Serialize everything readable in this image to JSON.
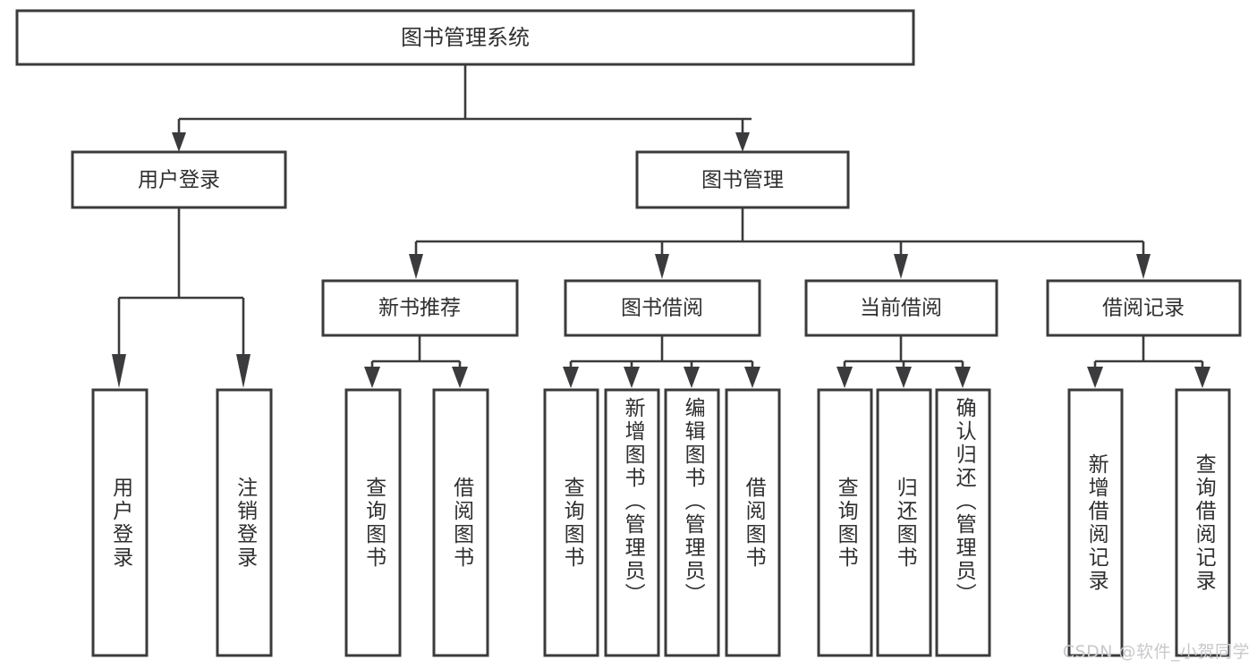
{
  "diagram": {
    "type": "tree-hierarchy",
    "title": "图书管理系统",
    "watermark": "CSDN @软件_小贺同学",
    "colors": {
      "box_stroke": "#3b3b3d",
      "box_fill": "#ffffff",
      "connector": "#3b3b3d",
      "text": "#2f2f31",
      "watermark": "#c9c9cc",
      "background": "#ffffff"
    },
    "levels": {
      "root": {
        "label": "图书管理系统"
      },
      "level2": [
        {
          "id": "user-login",
          "label": "用户登录"
        },
        {
          "id": "book-manage",
          "label": "图书管理"
        }
      ],
      "level3": [
        {
          "id": "new-book-recommend",
          "label": "新书推荐",
          "parent": "book-manage"
        },
        {
          "id": "book-borrow",
          "label": "图书借阅",
          "parent": "book-manage"
        },
        {
          "id": "current-borrow",
          "label": "当前借阅",
          "parent": "book-manage"
        },
        {
          "id": "borrow-record",
          "label": "借阅记录",
          "parent": "book-manage"
        }
      ],
      "leaves": [
        {
          "id": "leaf-user-login",
          "label": "用户登录",
          "parent": "user-login"
        },
        {
          "id": "leaf-logout-login",
          "label": "注销登录",
          "parent": "user-login"
        },
        {
          "id": "leaf-query-book-1",
          "label": "查询图书",
          "parent": "new-book-recommend"
        },
        {
          "id": "leaf-borrow-book-1",
          "label": "借阅图书",
          "parent": "new-book-recommend"
        },
        {
          "id": "leaf-query-book-2",
          "label": "查询图书",
          "parent": "book-borrow"
        },
        {
          "id": "leaf-add-book",
          "label": "新增图书（管理员）",
          "parent": "book-borrow"
        },
        {
          "id": "leaf-edit-book",
          "label": "编辑图书（管理员）",
          "parent": "book-borrow"
        },
        {
          "id": "leaf-borrow-book-2",
          "label": "借阅图书",
          "parent": "book-borrow"
        },
        {
          "id": "leaf-query-book-3",
          "label": "查询图书",
          "parent": "current-borrow"
        },
        {
          "id": "leaf-return-book",
          "label": "归还图书",
          "parent": "current-borrow"
        },
        {
          "id": "leaf-confirm-return",
          "label": "确认归还（管理员）",
          "parent": "current-borrow"
        },
        {
          "id": "leaf-add-record",
          "label": "新增借阅记录",
          "parent": "borrow-record"
        },
        {
          "id": "leaf-query-record",
          "label": "查询借阅记录",
          "parent": "borrow-record"
        }
      ]
    }
  }
}
